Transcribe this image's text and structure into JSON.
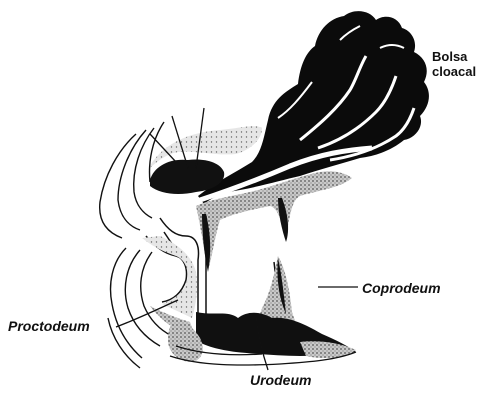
{
  "labels": {
    "bolsa_line1": "Bolsa",
    "bolsa_line2": "cloacal",
    "coprodeum": "Coprodeum",
    "proctodeum": "Proctodeum",
    "urodeum": "Urodeum"
  },
  "colors": {
    "ink": "#111111",
    "stipple": "#8a8a8a",
    "paper": "#ffffff"
  }
}
